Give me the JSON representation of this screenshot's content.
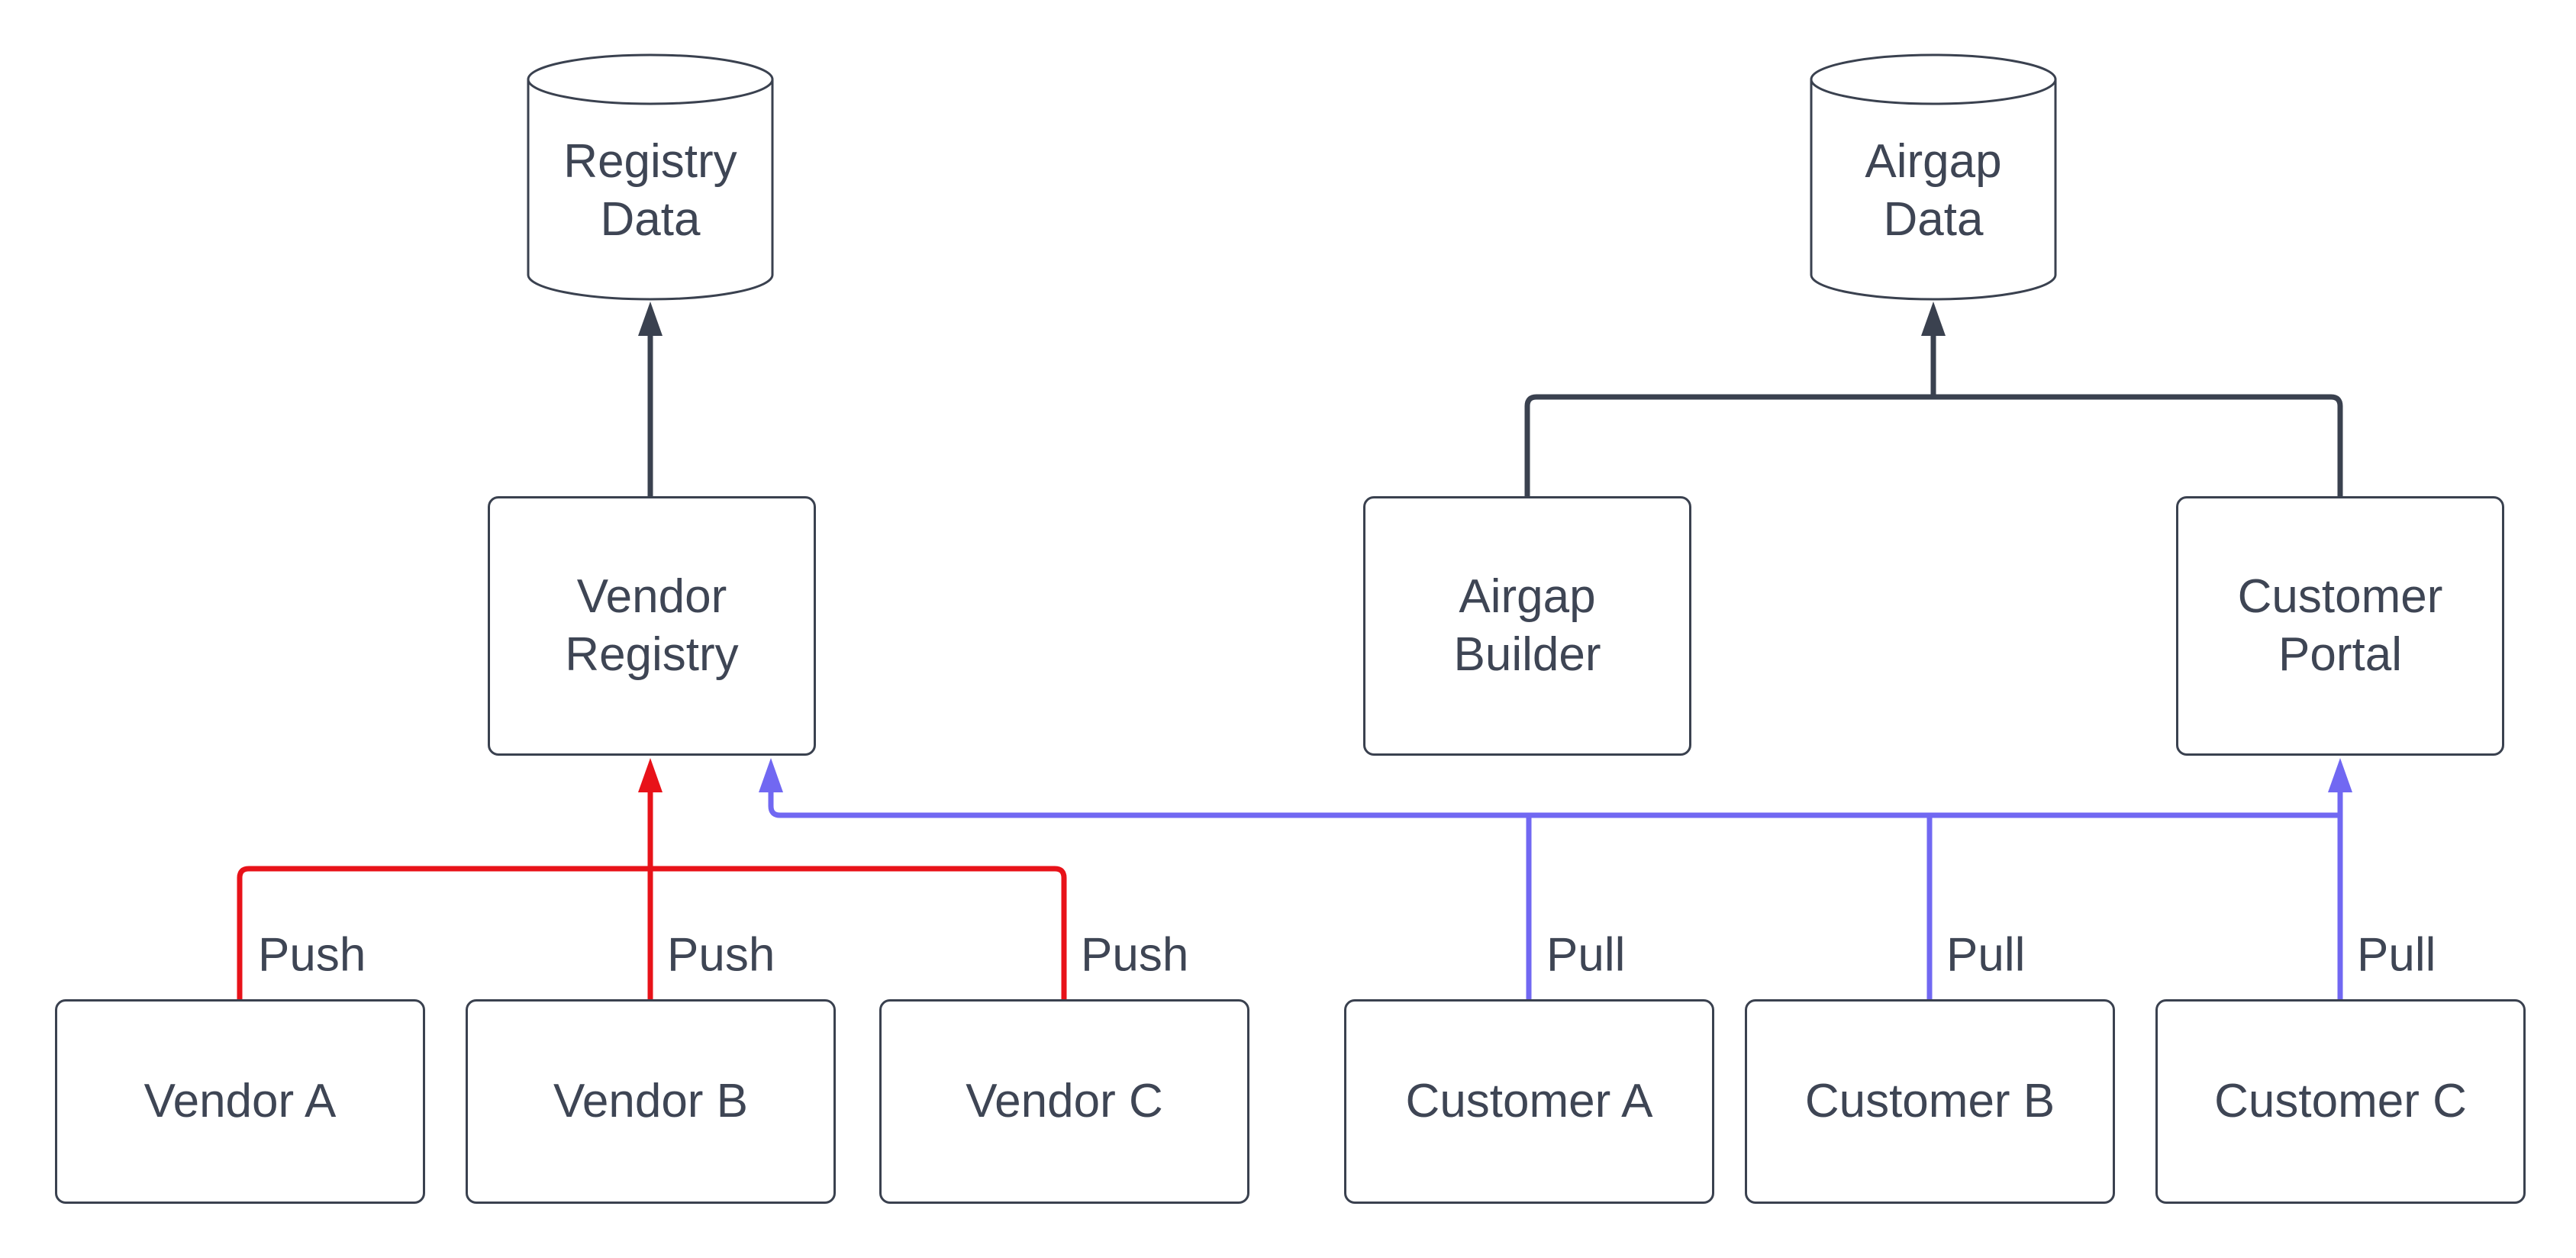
{
  "colors": {
    "dark": "#3a414f",
    "red": "#e81219",
    "blue": "#7168f2",
    "text": "#3e4554",
    "background": "#ffffff"
  },
  "nodes": {
    "registry_data": {
      "label": "Registry Data",
      "shape": "cylinder"
    },
    "airgap_data": {
      "label": "Airgap Data",
      "shape": "cylinder"
    },
    "vendor_registry": {
      "label": "Vendor Registry",
      "shape": "rectangle"
    },
    "airgap_builder": {
      "label": "Airgap Builder",
      "shape": "rectangle"
    },
    "customer_portal": {
      "label": "Customer Portal",
      "shape": "rectangle"
    },
    "vendor_a": {
      "label": "Vendor A",
      "shape": "rectangle"
    },
    "vendor_b": {
      "label": "Vendor B",
      "shape": "rectangle"
    },
    "vendor_c": {
      "label": "Vendor C",
      "shape": "rectangle"
    },
    "customer_a": {
      "label": "Customer A",
      "shape": "rectangle"
    },
    "customer_b": {
      "label": "Customer B",
      "shape": "rectangle"
    },
    "customer_c": {
      "label": "Customer C",
      "shape": "rectangle"
    }
  },
  "edges": {
    "push_vendor_a": {
      "label": "Push"
    },
    "push_vendor_b": {
      "label": "Push"
    },
    "push_vendor_c": {
      "label": "Push"
    },
    "pull_customer_a": {
      "label": "Pull"
    },
    "pull_customer_b": {
      "label": "Pull"
    },
    "pull_customer_c": {
      "label": "Pull"
    }
  }
}
